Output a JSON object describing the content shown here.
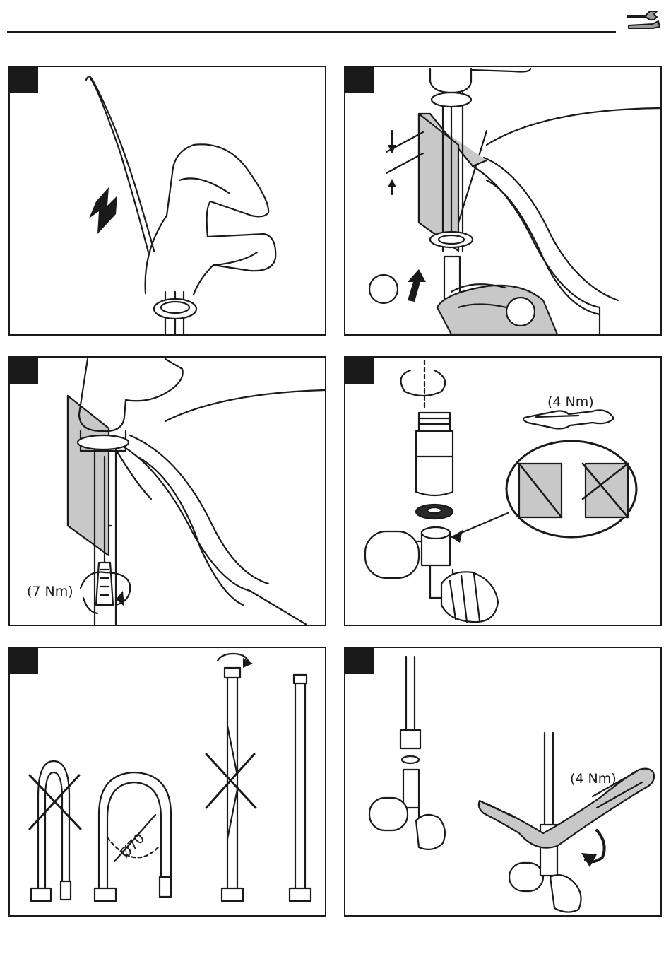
{
  "page": {
    "header_icon": "wrench-screwdriver-icon"
  },
  "panels": [
    {
      "id": 1,
      "illustration": "faucet-insertion"
    },
    {
      "id": 2,
      "illustration": "faucet-fixing-from-below"
    },
    {
      "id": 3,
      "illustration": "screwdriver-tightening",
      "torque": "(7 Nm)"
    },
    {
      "id": 4,
      "illustration": "valve-adapter-installation",
      "torque": "(4 Nm)"
    },
    {
      "id": 5,
      "illustration": "hose-bending-radius",
      "dimension": "Ø70"
    },
    {
      "id": 6,
      "illustration": "hose-connection-to-valve",
      "torque": "(4 Nm)"
    }
  ],
  "colors": {
    "ink": "#1a1a1a",
    "shade": "#c8c8c8",
    "paper": "#ffffff"
  }
}
